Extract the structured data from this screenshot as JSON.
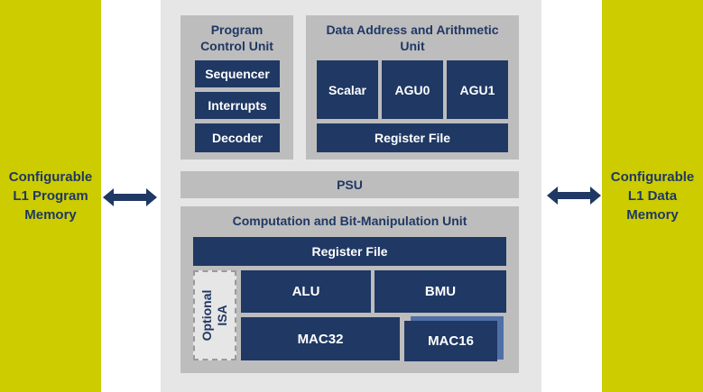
{
  "memory": {
    "program": "Configurable\nL1 Program\nMemory",
    "data": "Configurable\nL1 Data\nMemory"
  },
  "pcu": {
    "title": "Program\nControl Unit",
    "sequencer": "Sequencer",
    "interrupts": "Interrupts",
    "decoder": "Decoder"
  },
  "daau": {
    "title": "Data Address and Arithmetic\nUnit",
    "scalar": "Scalar",
    "agu0": "AGU0",
    "agu1": "AGU1",
    "register_file": "Register File"
  },
  "psu": {
    "label": "PSU"
  },
  "cbmu": {
    "title": "Computation and Bit-Manipulation Unit",
    "register_file": "Register File",
    "optional_isa": "Optional\nISA",
    "alu": "ALU",
    "bmu": "BMU",
    "mac32": "MAC32",
    "mac16": "MAC16"
  },
  "colors": {
    "memory": "#cccc00",
    "block": "#1f3864",
    "panel": "#bdbdbd",
    "core": "#e6e6e6"
  }
}
